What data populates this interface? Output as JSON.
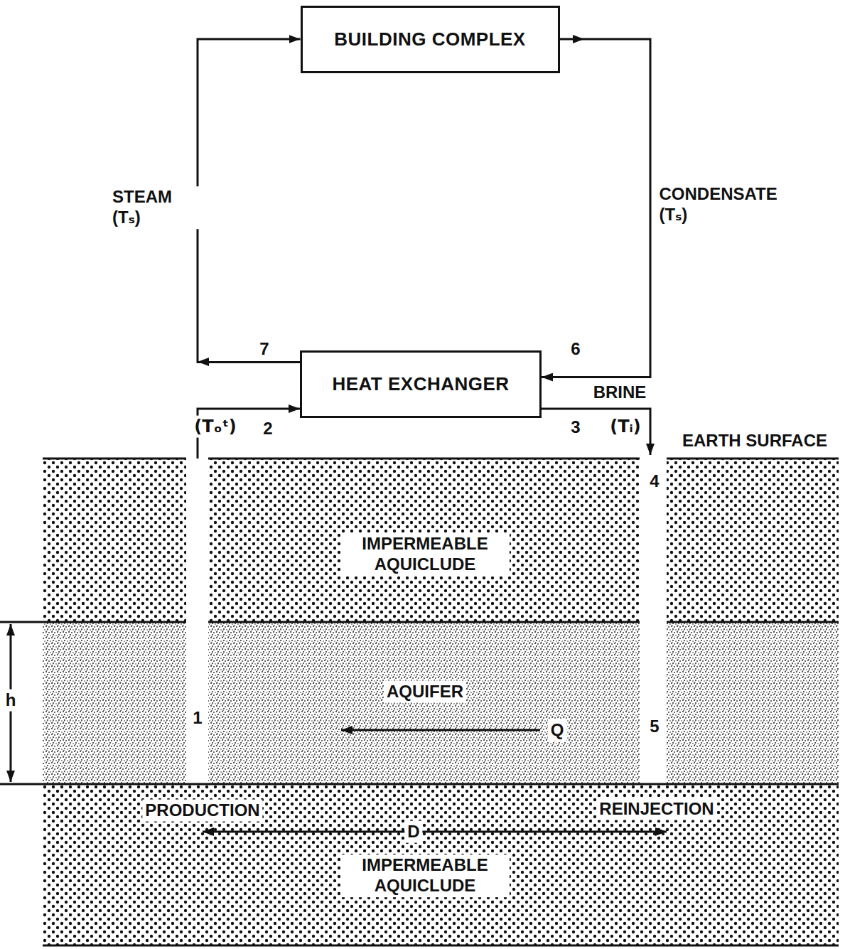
{
  "diagram": {
    "nodes": [
      {
        "text": [
          "BUILDING COMPLEX"
        ]
      },
      {
        "text": [
          "HEAT EXCHANGER"
        ]
      }
    ],
    "edges": [
      {
        "from": 1,
        "to": 0,
        "arrow": "to",
        "label": "STEAM (Tₛ)"
      },
      {
        "from": 0,
        "to": 1,
        "arrow": "to",
        "label": "CONDENSATE (Tₛ)"
      }
    ],
    "labels": [
      "7",
      "6",
      "BRINE",
      "(Tₒᵗ)",
      "2",
      "3",
      "(Tᵢ)",
      "EARTH SURFACE",
      "4",
      "IMPERMEABLE AQUICLUDE",
      "AQUIFER",
      "Q",
      "1",
      "5",
      "h",
      "PRODUCTION",
      "D",
      "REINJECTION",
      "IMPERMEABLE AQUICLUDE"
    ]
  }
}
